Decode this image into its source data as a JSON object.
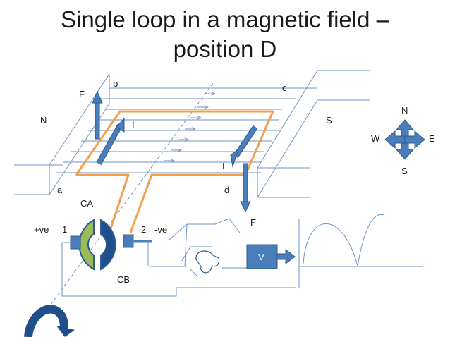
{
  "title": {
    "line1": "Single loop in a magnetic field –",
    "line2": "position D"
  },
  "labels": {
    "N_pole": "N",
    "S_pole": "S",
    "corner_a": "a",
    "corner_b": "b",
    "corner_c": "c",
    "corner_d": "d",
    "force_left": "F",
    "force_right": "F",
    "current_left": "I",
    "current_right": "I",
    "commutator_a": "CA",
    "commutator_b": "CB",
    "terminal_pos": "+ve",
    "terminal_1": "1",
    "terminal_2": "2",
    "terminal_neg": "-ve",
    "voltmeter": "V"
  },
  "compass": {
    "north": "N",
    "south": "S",
    "west": "W",
    "east": "E"
  },
  "colors": {
    "line": "#6f93c3",
    "loop": "#f0a050",
    "arrow_fill": "#4a7ebb",
    "arrow_stroke": "#2f5a8c",
    "commutator_a": "#9bbb59",
    "commutator_b": "#1f4e8c",
    "voltmeter": "#4a7ebb"
  }
}
